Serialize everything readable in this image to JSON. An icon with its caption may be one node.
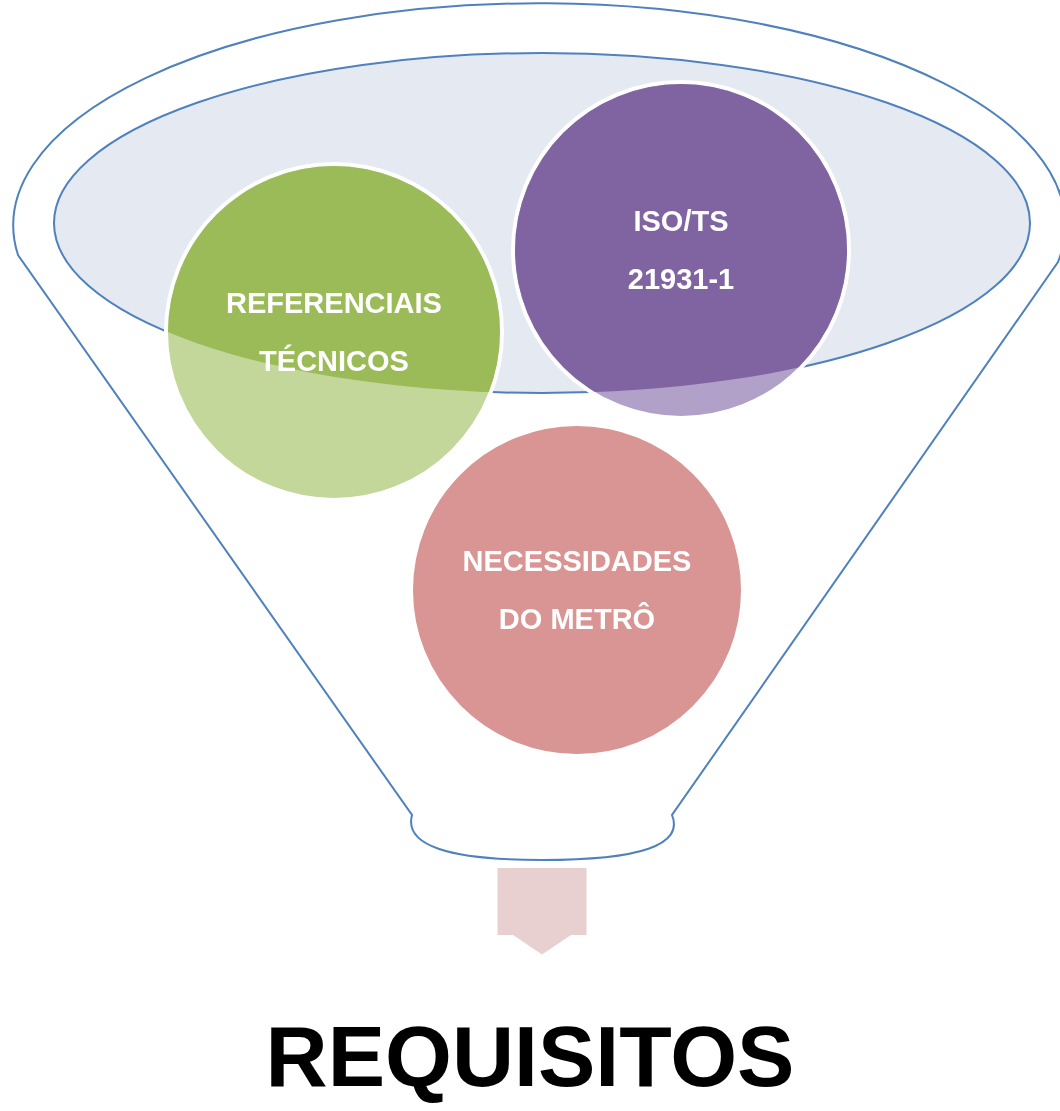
{
  "diagram": {
    "nodes": [
      {
        "text": [],
        "shape": "funnel"
      },
      {
        "text": [
          "REFERENCIAIS TÉCNICOS"
        ],
        "in": 0
      },
      {
        "text": [
          "ISO/TS 21931-1"
        ],
        "in": 0
      },
      {
        "text": [
          "NECESSIDADES DO METRÔ"
        ],
        "in": 0
      },
      {
        "text": [
          "REQUISITOS"
        ]
      }
    ],
    "edges": [
      {
        "from": 0,
        "to": 4,
        "arrow": "to"
      }
    ]
  }
}
